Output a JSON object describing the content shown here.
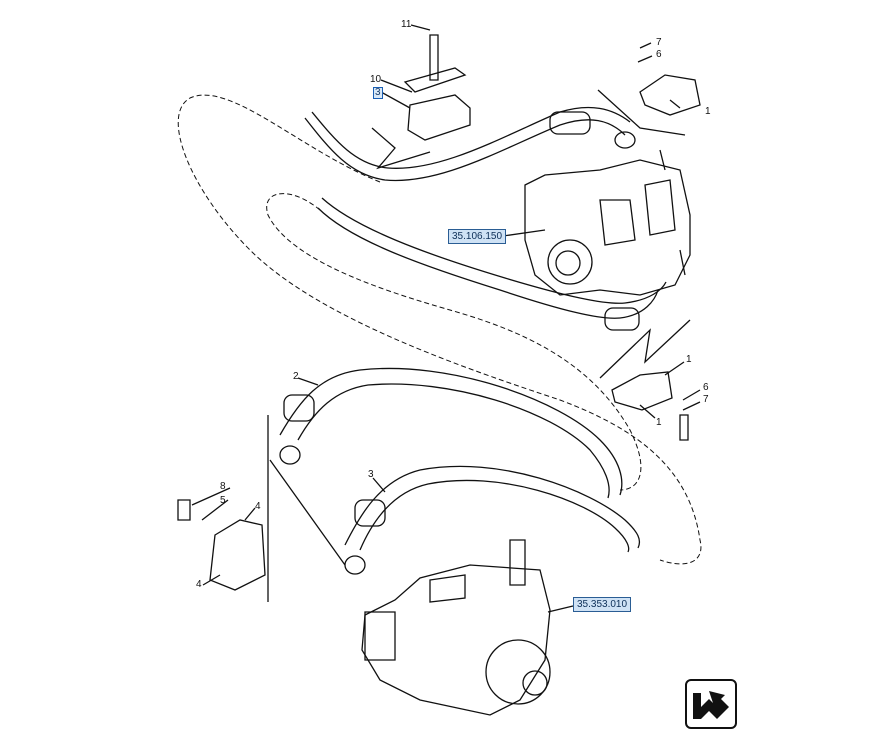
{
  "callouts": [
    "11",
    "10",
    "3",
    "7",
    "6",
    "1",
    "1",
    "6",
    "7",
    "1",
    "2",
    "3",
    "8",
    "5",
    "4",
    "4"
  ],
  "references": {
    "ref_top": "35.106.150",
    "ref_bottom": "35.353.010"
  },
  "nav_icon": "return-arrow-icon",
  "colors": {
    "line": "#111111",
    "ref_fill": "#cfe2f5",
    "ref_border": "#2a5d94",
    "highlight": "#1a5fb4"
  }
}
